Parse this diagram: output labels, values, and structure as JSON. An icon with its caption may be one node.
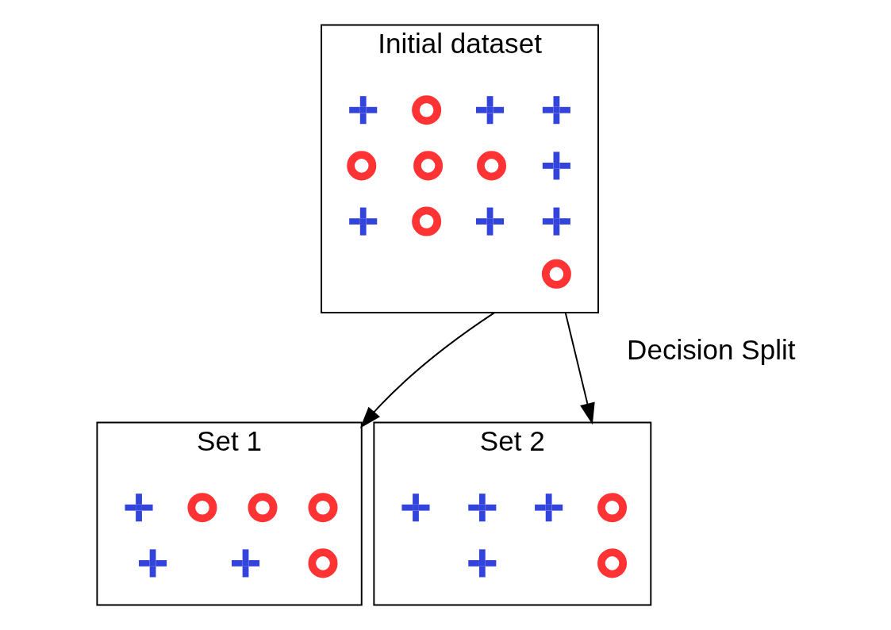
{
  "diagram": {
    "nodes": [
      {
        "text": [
          "Initial dataset"
        ]
      },
      {
        "text": [],
        "shape": "plus",
        "in": 0
      },
      {
        "text": [],
        "shape": "plus",
        "in": 0
      },
      {
        "text": [],
        "shape": "circle",
        "in": 0
      },
      {
        "text": [],
        "shape": "plus",
        "in": 0
      },
      {
        "text": [],
        "shape": "plus",
        "in": 0
      },
      {
        "text": [],
        "shape": "circle",
        "in": 0
      },
      {
        "text": [],
        "shape": "circle",
        "in": 0
      },
      {
        "text": [],
        "shape": "circle",
        "in": 0
      },
      {
        "text": [],
        "shape": "plus",
        "in": 0
      },
      {
        "text": [],
        "shape": "plus",
        "in": 0
      },
      {
        "text": [],
        "shape": "circle",
        "in": 0
      },
      {
        "text": [],
        "shape": "plus",
        "in": 0
      },
      {
        "text": [],
        "shape": "circle",
        "in": 0
      },
      {
        "text": [
          "Set 1"
        ]
      },
      {
        "text": [],
        "shape": "circle",
        "in": 14
      },
      {
        "text": [],
        "shape": "circle",
        "in": 14
      },
      {
        "text": [],
        "shape": "circle",
        "in": 14
      },
      {
        "text": [],
        "shape": "plus",
        "in": 14
      },
      {
        "text": [],
        "shape": "circle",
        "in": 14
      },
      {
        "text": [],
        "shape": "plus",
        "in": 14
      },
      {
        "text": [],
        "shape": "plus",
        "in": 14
      },
      {
        "text": [
          "Set 2"
        ]
      },
      {
        "text": [],
        "shape": "circle",
        "in": 22
      },
      {
        "text": [],
        "shape": "plus",
        "in": 22
      },
      {
        "text": [],
        "shape": "plus",
        "in": 22
      },
      {
        "text": [],
        "shape": "plus",
        "in": 22
      },
      {
        "text": [],
        "shape": "circle",
        "in": 22
      },
      {
        "text": [],
        "shape": "plus",
        "in": 22
      }
    ],
    "edges": [
      {
        "from": 0,
        "to": 14,
        "arrow": "to"
      },
      {
        "from": 0,
        "to": 22,
        "arrow": "to"
      }
    ],
    "labels": [
      "Decision Split"
    ]
  }
}
